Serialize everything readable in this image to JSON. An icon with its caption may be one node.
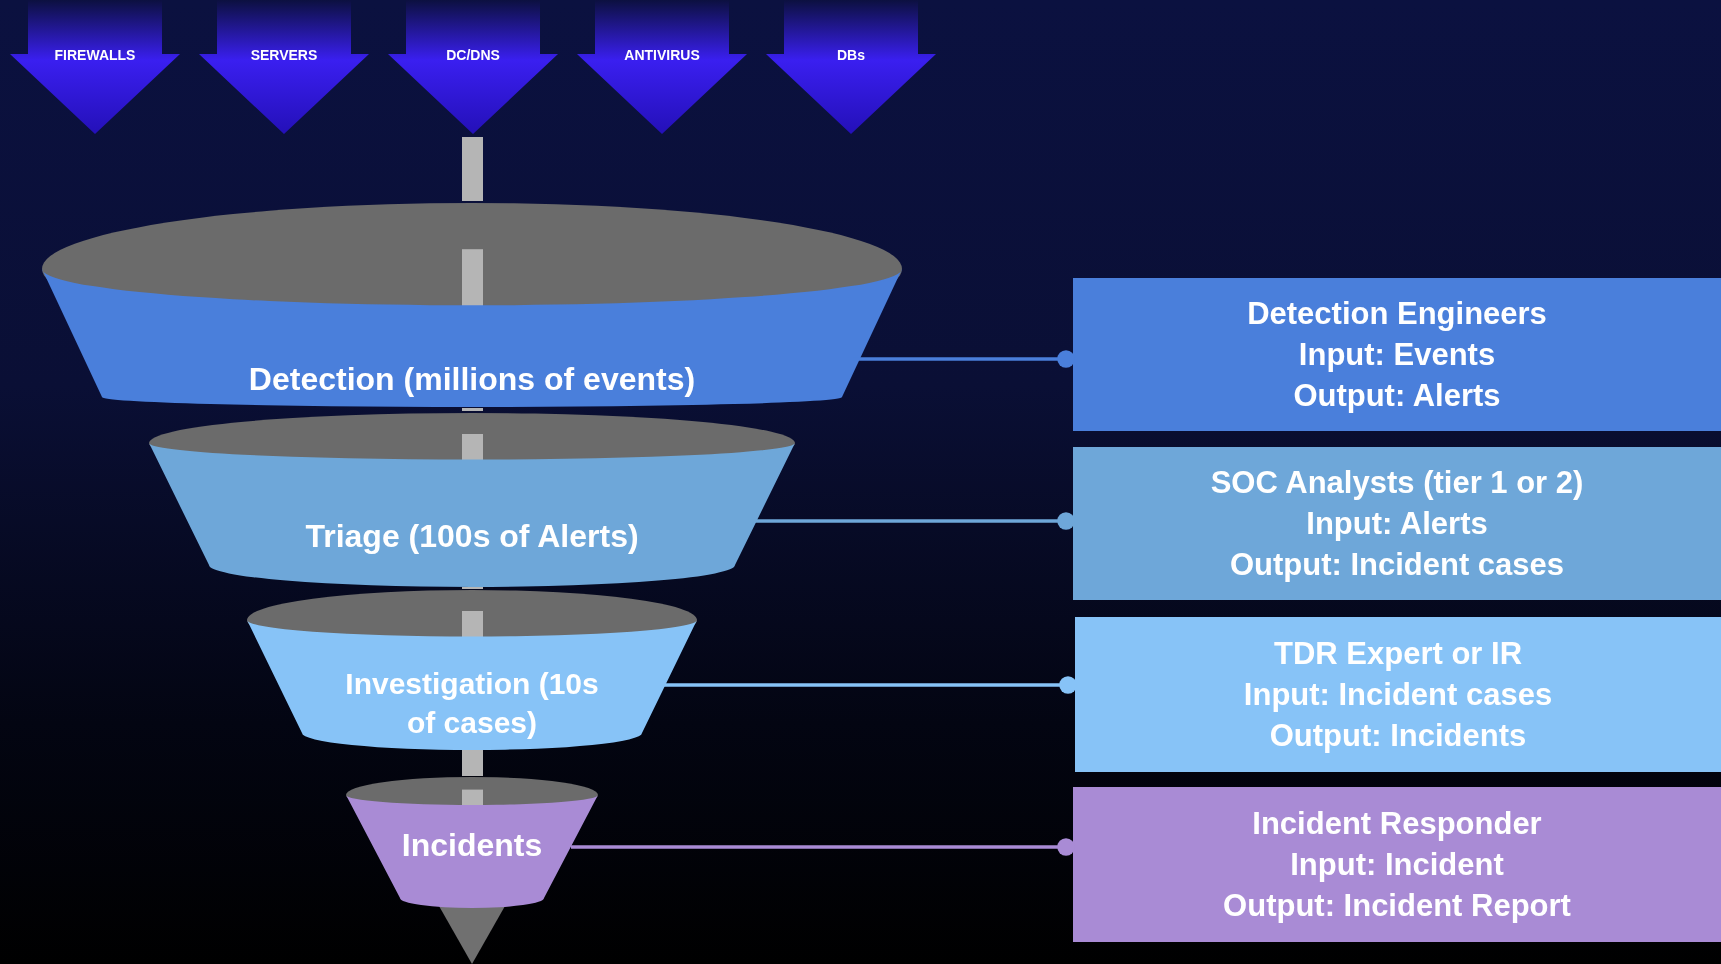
{
  "diagram": {
    "nodes": [
      {
        "text": [
          "FIREWALLS"
        ]
      },
      {
        "text": [
          "SERVERS"
        ]
      },
      {
        "text": [
          "DC/DNS"
        ]
      },
      {
        "text": [
          "ANTIVIRUS"
        ]
      },
      {
        "text": [
          "DBs"
        ]
      },
      {
        "text": [
          "Detection (millions of events)"
        ]
      },
      {
        "text": [
          "Triage (100s of Alerts)"
        ]
      },
      {
        "text": [
          "Investigation (10s of cases)"
        ]
      },
      {
        "text": [
          "Incidents"
        ]
      },
      {
        "text": [
          "Detection Engineers",
          "Input: Events",
          "Output: Alerts"
        ]
      },
      {
        "text": [
          "SOC Analysts (tier 1 or 2)",
          "Input: Alerts",
          "Output: Incident cases"
        ]
      },
      {
        "text": [
          "TDR Expert or IR",
          "Input: Incident cases",
          "Output: Incidents"
        ]
      },
      {
        "text": [
          "Incident Responder",
          "Input: Incident",
          "Output: Incident Report"
        ]
      }
    ],
    "edges": [
      {
        "from": 5,
        "to": 9,
        "arrow": "other",
        "color": "#4a7fdb"
      },
      {
        "from": 6,
        "to": 10,
        "arrow": "other",
        "color": "#6ea7d9"
      },
      {
        "from": 7,
        "to": 11,
        "arrow": "other",
        "color": "#87c3f7"
      },
      {
        "from": 8,
        "to": 12,
        "arrow": "other",
        "color": "#a98bd5"
      }
    ]
  }
}
